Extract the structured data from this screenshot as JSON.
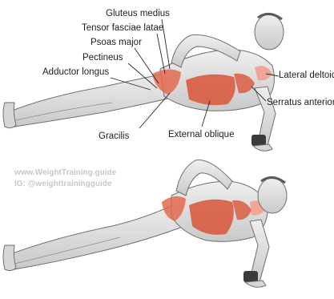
{
  "labels": {
    "gluteus_medius": "Gluteus medius",
    "tensor_fasciae_latae": "Tensor fasciae latae",
    "psoas_major": "Psoas major",
    "pectineus": "Pectineus",
    "adductor_longus": "Adductor longus",
    "gracilis": "Gracilis",
    "external_oblique": "External oblique",
    "lateral_deltoid": "Lateral deltoid",
    "serratus_anterior": "Serratus anterior"
  },
  "watermark": {
    "line1": "www.WeightTraining.guide",
    "line2": "IG: @weighttrainingguide"
  },
  "colors": {
    "figure_fill": "#dcdcdc",
    "figure_outline": "#6f6f6f",
    "target_muscle": "#d9553a",
    "secondary_muscle": "#f0a596",
    "leader_line": "#2a2a2a"
  },
  "illustrations": [
    "side-plank-hip-abduction-top",
    "side-plank-hip-abduction-bottom"
  ]
}
